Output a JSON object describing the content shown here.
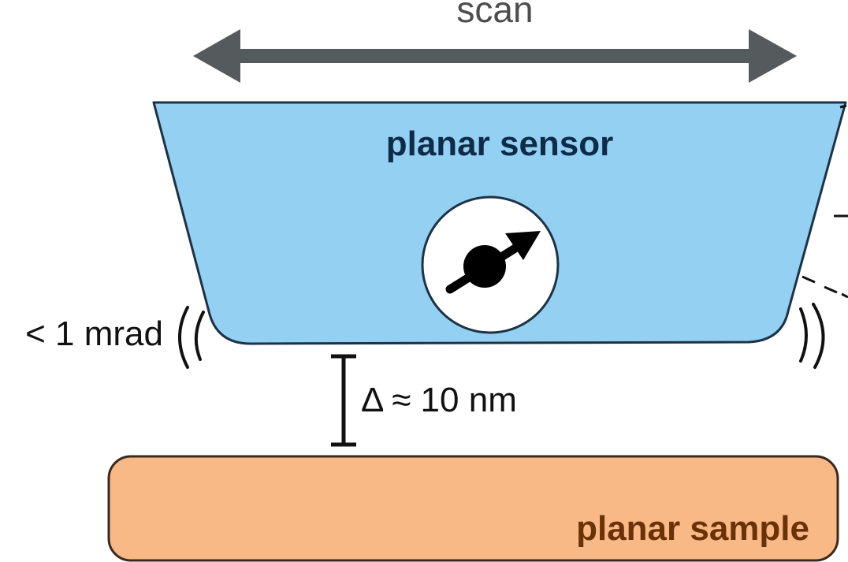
{
  "labels": {
    "scan": "scan",
    "sensor": "planar sensor",
    "sample": "planar sample",
    "gap": "Δ ≈ 10 nm",
    "tilt": "< 1 mrad"
  },
  "colors": {
    "sensor_fill": "#94d0f1",
    "sensor_stroke": "#1e3245",
    "sample_fill": "#f8b987",
    "sample_stroke": "#3a2a1e",
    "arrow": "#555a5c",
    "sensor_label": "#0f2b4a",
    "sample_label": "#6b3206"
  }
}
